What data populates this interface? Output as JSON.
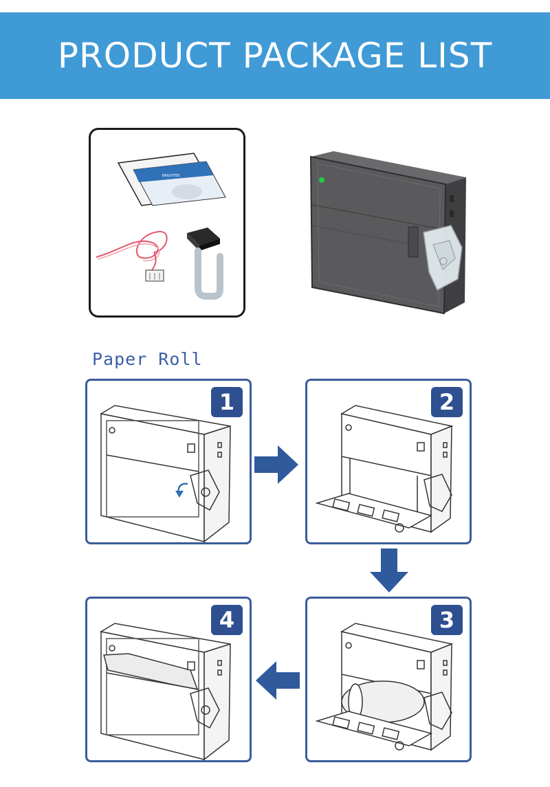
{
  "header": {
    "title": "PRODUCT PACKAGE LIST"
  },
  "accessories": {
    "items": [
      "manual-card-icon",
      "power-cable-icon",
      "data-cable-icon"
    ],
    "card_brand": "BRIGHTEK"
  },
  "printer": {
    "icon": "panel-printer-icon",
    "led_color": "#22cc44",
    "body_color": "#5a5a5c"
  },
  "paper_roll": {
    "title": "Paper Roll",
    "steps": [
      {
        "number": "1"
      },
      {
        "number": "2"
      },
      {
        "number": "3"
      },
      {
        "number": "4"
      }
    ]
  },
  "colors": {
    "banner": "#3f9ad6",
    "step_border": "#3a5c9a",
    "badge": "#2e4f90",
    "arrow": "#2f5a9c"
  }
}
